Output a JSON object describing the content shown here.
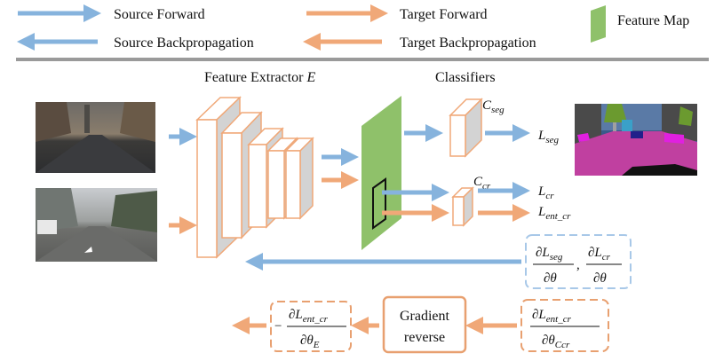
{
  "legend": {
    "source_forward": "Source Forward",
    "source_backprop": "Source Backpropagation",
    "target_forward": "Target Forward",
    "target_backprop": "Target Backpropagation",
    "feature_map": "Feature Map"
  },
  "labels": {
    "feature_extractor": "Feature Extractor",
    "feature_extractor_symbol": "E",
    "classifiers": "Classifiers",
    "c_seg_main": "C",
    "c_seg_sub": "seg",
    "c_cr_main": "C",
    "c_cr_sub": "cr",
    "l_seg_main": "L",
    "l_seg_sub": "seg",
    "l_cr_main": "L",
    "l_cr_sub": "cr",
    "l_ent_main": "L",
    "l_ent_sub": "ent_cr"
  },
  "boxes": {
    "source_grad": {
      "num1": "∂L",
      "num1_sub": "seg",
      "den1": "∂θ",
      "sep": ",",
      "num2": "∂L",
      "num2_sub": "cr",
      "den2": "∂θ"
    },
    "target_grad": {
      "num": "∂L",
      "num_sub": "ent_cr",
      "den": "∂θ",
      "den_sub": "Ccr"
    },
    "gradient_reverse": {
      "line1": "Gradient",
      "line2": "reverse"
    },
    "output_grad": {
      "minus": "−",
      "num": "∂L",
      "num_sub": "ent_cr",
      "den": "∂θ",
      "den_sub": "E"
    }
  },
  "colors": {
    "source": "#86b3dd",
    "target": "#f0a878",
    "feature_map": "#8fc16a",
    "dashed_blue": "#a8c8e8",
    "dashed_orange": "#e8a070",
    "layer_fill": "#d3d3d3",
    "seg_magenta": "#c040a0",
    "divider": "#9a9a9a"
  },
  "icons": {
    "source_image": "synthetic-city-street-photo",
    "target_image": "real-city-street-photo",
    "seg_output": "segmentation-map"
  }
}
